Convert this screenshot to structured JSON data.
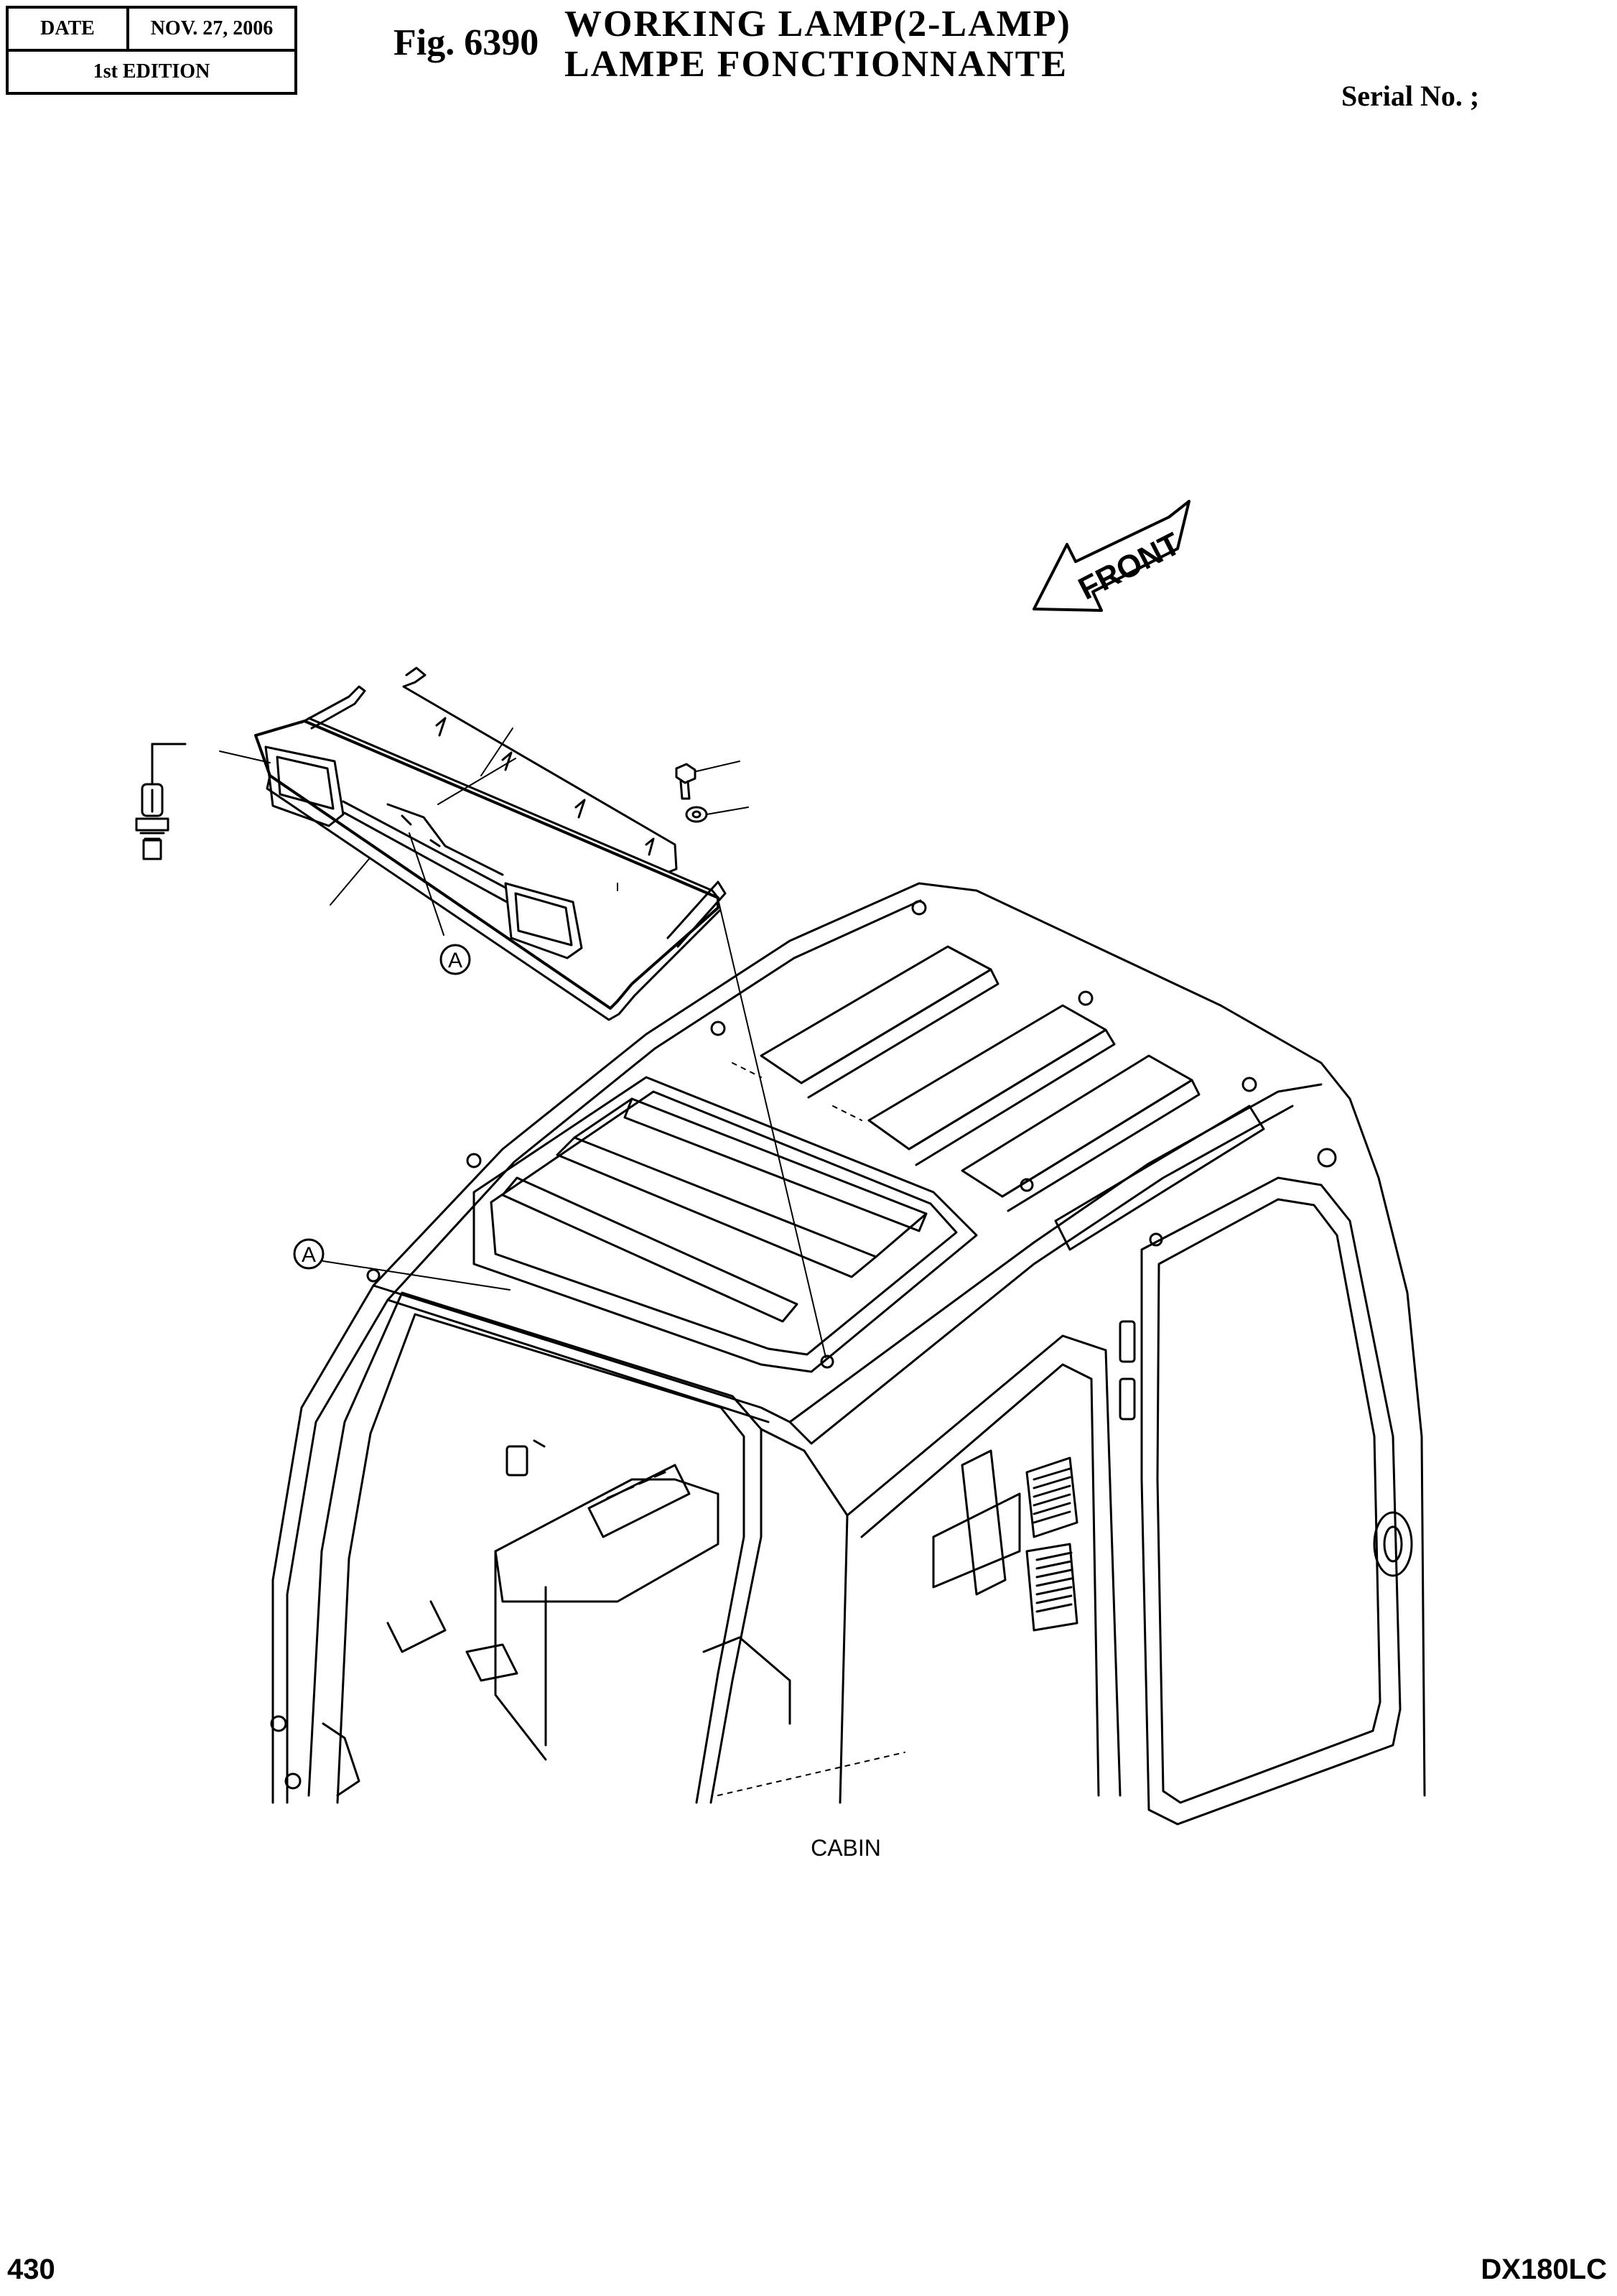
{
  "header": {
    "date_label": "DATE",
    "date_value": "NOV. 27, 2006",
    "edition": "1st EDITION",
    "figure_number": "Fig. 6390",
    "title_en": "WORKING LAMP(2-LAMP)",
    "title_fr": "LAMPE FONCTIONNANTE",
    "serial_label": "Serial No. ;"
  },
  "diagram": {
    "direction_label": "FRONT",
    "detail_marker": "A",
    "assembly_caption": "CABIN"
  },
  "footer": {
    "page_number": "430",
    "model": "DX180LC"
  }
}
